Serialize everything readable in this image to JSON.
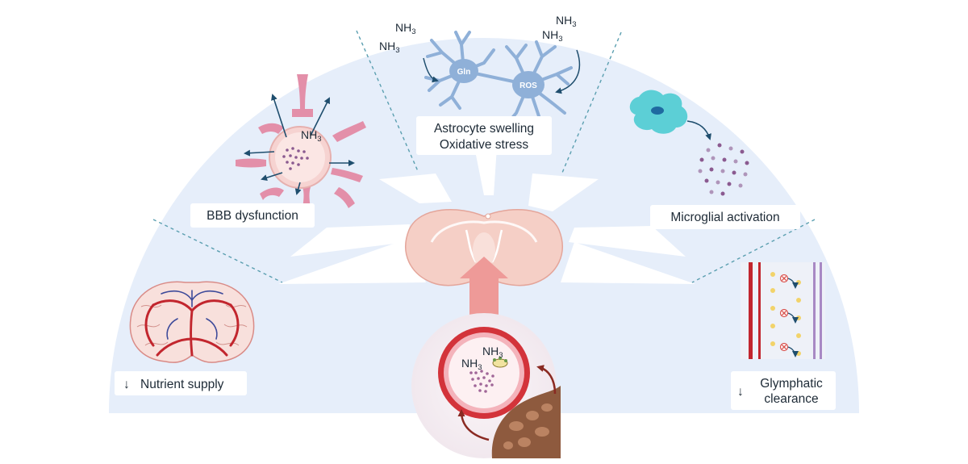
{
  "labels": {
    "nutrient": {
      "arrow": "↓",
      "text": "Nutrient supply"
    },
    "bbb": "BBB dysfunction",
    "astro_line1": "Astrocyte swelling",
    "astro_line2": "Oxidative stress",
    "microglia": "Microglial activation",
    "glymph": {
      "arrow": "↓",
      "line1": "Glymphatic",
      "line2": "clearance"
    }
  },
  "chem": {
    "base": "NH",
    "sub": "3",
    "gln": "Gln",
    "ros": "ROS"
  },
  "colors": {
    "fan_fill": "#e6eefa",
    "separator": "#5b9fb0",
    "label_text": "#1d2a36",
    "vessel_red": "#c2262e",
    "pericyte_pink": "#e38fa9",
    "astrocyte_blue": "#8fb0d8",
    "microglia_teal": "#5ccfd6",
    "particle_purple": "#8b5a90",
    "arrow_navy": "#1f4e6e",
    "gut_brown": "#8e5a3e",
    "brain_pink": "#f5cfc6",
    "up_arrow": "#ee9a98"
  }
}
